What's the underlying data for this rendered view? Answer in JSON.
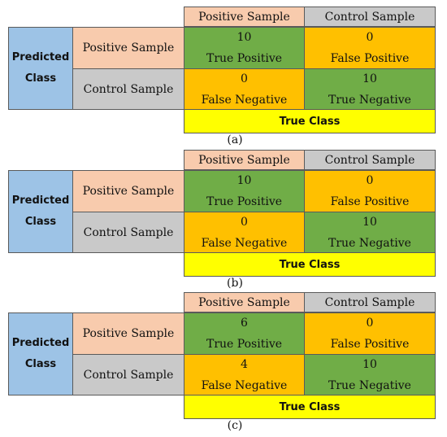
{
  "panels": [
    {
      "caption": "(a)",
      "col_headers": [
        "Positive Sample",
        "Control Sample"
      ],
      "row_headers": [
        "Positive Sample",
        "Control Sample"
      ],
      "predicted_label": [
        "Predicted",
        "Class"
      ],
      "true_class_label": "True Class",
      "cells": [
        {
          "value": "10",
          "label": "True Positive"
        },
        {
          "value": "0",
          "label": "False Positive"
        },
        {
          "value": "0",
          "label": "False Negative"
        },
        {
          "value": "10",
          "label": "True Negative"
        }
      ]
    },
    {
      "caption": "(b)",
      "col_headers": [
        "Positive Sample",
        "Control Sample"
      ],
      "row_headers": [
        "Positive Sample",
        "Control Sample"
      ],
      "predicted_label": [
        "Predicted",
        "Class"
      ],
      "true_class_label": "True Class",
      "cells": [
        {
          "value": "10",
          "label": "True Positive"
        },
        {
          "value": "0",
          "label": "False Positive"
        },
        {
          "value": "0",
          "label": "False Negative"
        },
        {
          "value": "10",
          "label": "True Negative"
        }
      ]
    },
    {
      "caption": "(c)",
      "col_headers": [
        "Positive Sample",
        "Control Sample"
      ],
      "row_headers": [
        "Positive Sample",
        "Control Sample"
      ],
      "predicted_label": [
        "Predicted",
        "Class"
      ],
      "true_class_label": "True Class",
      "cells": [
        {
          "value": "6",
          "label": "True Positive"
        },
        {
          "value": "0",
          "label": "False Positive"
        },
        {
          "value": "4",
          "label": "False Negative"
        },
        {
          "value": "10",
          "label": "True Negative"
        }
      ]
    }
  ],
  "colors": {
    "positive_header": "#f8cbad",
    "control_header": "#c9c9c9",
    "predicted_class": "#9dc3e6",
    "true_cell": "#70ad47",
    "false_cell": "#ffc000",
    "true_class_bar": "#ffff00"
  }
}
